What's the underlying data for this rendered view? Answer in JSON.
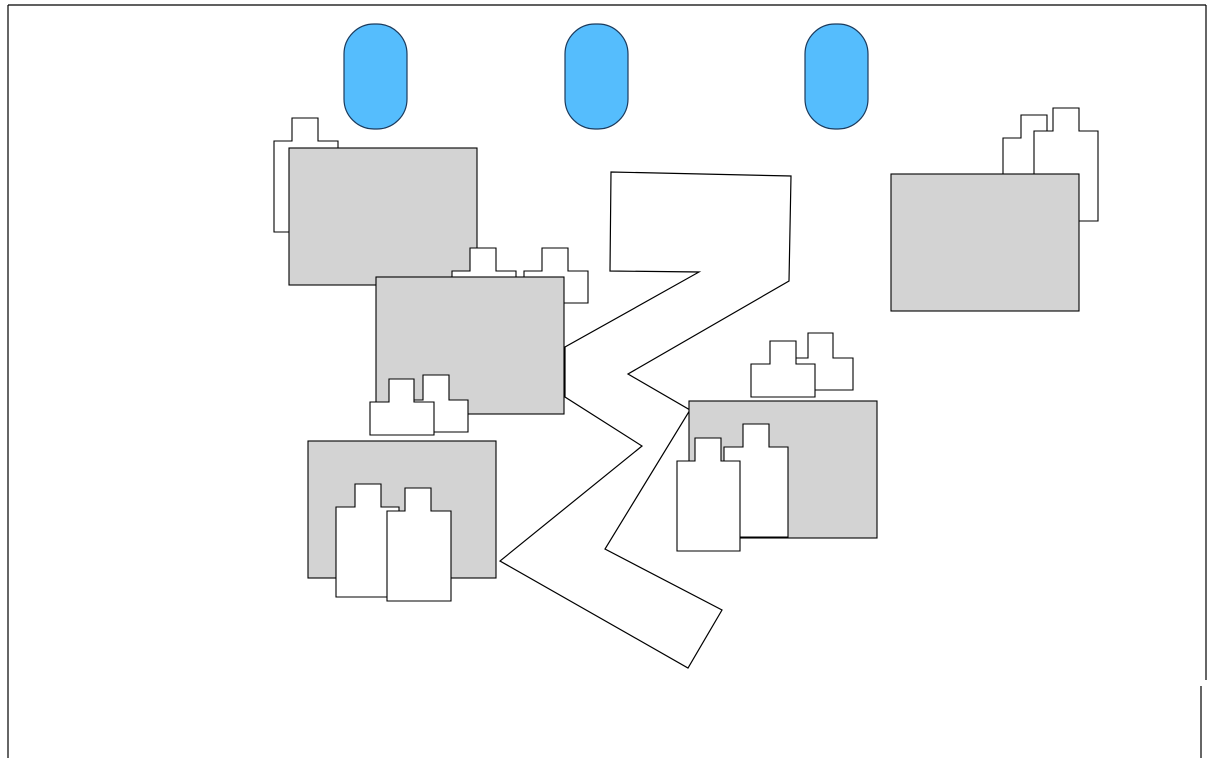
{
  "colors": {
    "background": "#ffffff",
    "outline": "#000000",
    "table_fill": "#d3d3d3",
    "chair_fill": "#ffffff",
    "capsule_fill": "#55bdfd",
    "capsule_stroke": "#1b3a5c",
    "path_fill": "#ffffff"
  },
  "diagram": {
    "capsules": [
      {
        "name": "blue-capsule-1"
      },
      {
        "name": "blue-capsule-2"
      },
      {
        "name": "blue-capsule-3"
      }
    ],
    "tables": [
      {
        "name": "gray-table-top-left"
      },
      {
        "name": "gray-table-middle-left"
      },
      {
        "name": "gray-table-bottom-left"
      },
      {
        "name": "gray-table-top-right"
      },
      {
        "name": "gray-table-middle-right"
      }
    ],
    "chairs": [
      {
        "name": "chair-a1"
      },
      {
        "name": "chair-a2"
      },
      {
        "name": "chair-b1"
      },
      {
        "name": "chair-b2"
      },
      {
        "name": "chair-c1"
      },
      {
        "name": "chair-c2"
      },
      {
        "name": "chair-d1"
      },
      {
        "name": "chair-d2"
      },
      {
        "name": "chair-e1"
      },
      {
        "name": "chair-e2"
      },
      {
        "name": "chair-f1"
      },
      {
        "name": "chair-f2"
      },
      {
        "name": "chair-g1"
      },
      {
        "name": "chair-g2"
      }
    ],
    "path": {
      "name": "zigzag-walkway"
    }
  }
}
